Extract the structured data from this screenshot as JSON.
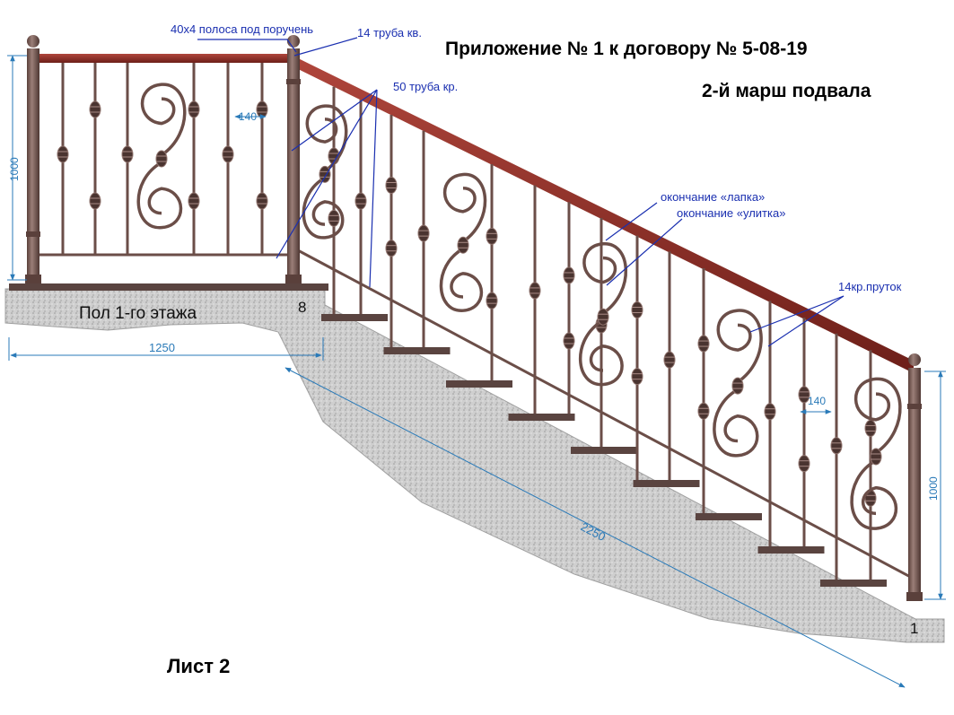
{
  "header": {
    "title": "Приложение № 1 к договору № 5-08-19",
    "subtitle": "2-й марш подвала"
  },
  "sheet_label": "Лист 2",
  "floor_label": "Пол 1-го этажа",
  "step_numbers": {
    "top": "8",
    "bottom": "1"
  },
  "callouts": {
    "strip": "40х4 полоса под поручень",
    "square_tube": "14 труба кв.",
    "round_tube": "50 труба кр.",
    "end_paw": "окончание «лапка»",
    "end_snail": "окончание «улитка»",
    "rod": "14кр.пруток"
  },
  "dimensions": {
    "left_height": "1000",
    "right_height": "1000",
    "landing_length": "1250",
    "flight_length": "2250",
    "spacing_top": "140",
    "spacing_right": "140"
  },
  "colors": {
    "handrail": "#8b2a22",
    "metal": "#6b4e48",
    "post": "#7a5f59",
    "step": "#5a4440",
    "concrete": "#c9c9c9",
    "annotation": "#1a2fb0",
    "dimension": "#2a7ab8"
  }
}
